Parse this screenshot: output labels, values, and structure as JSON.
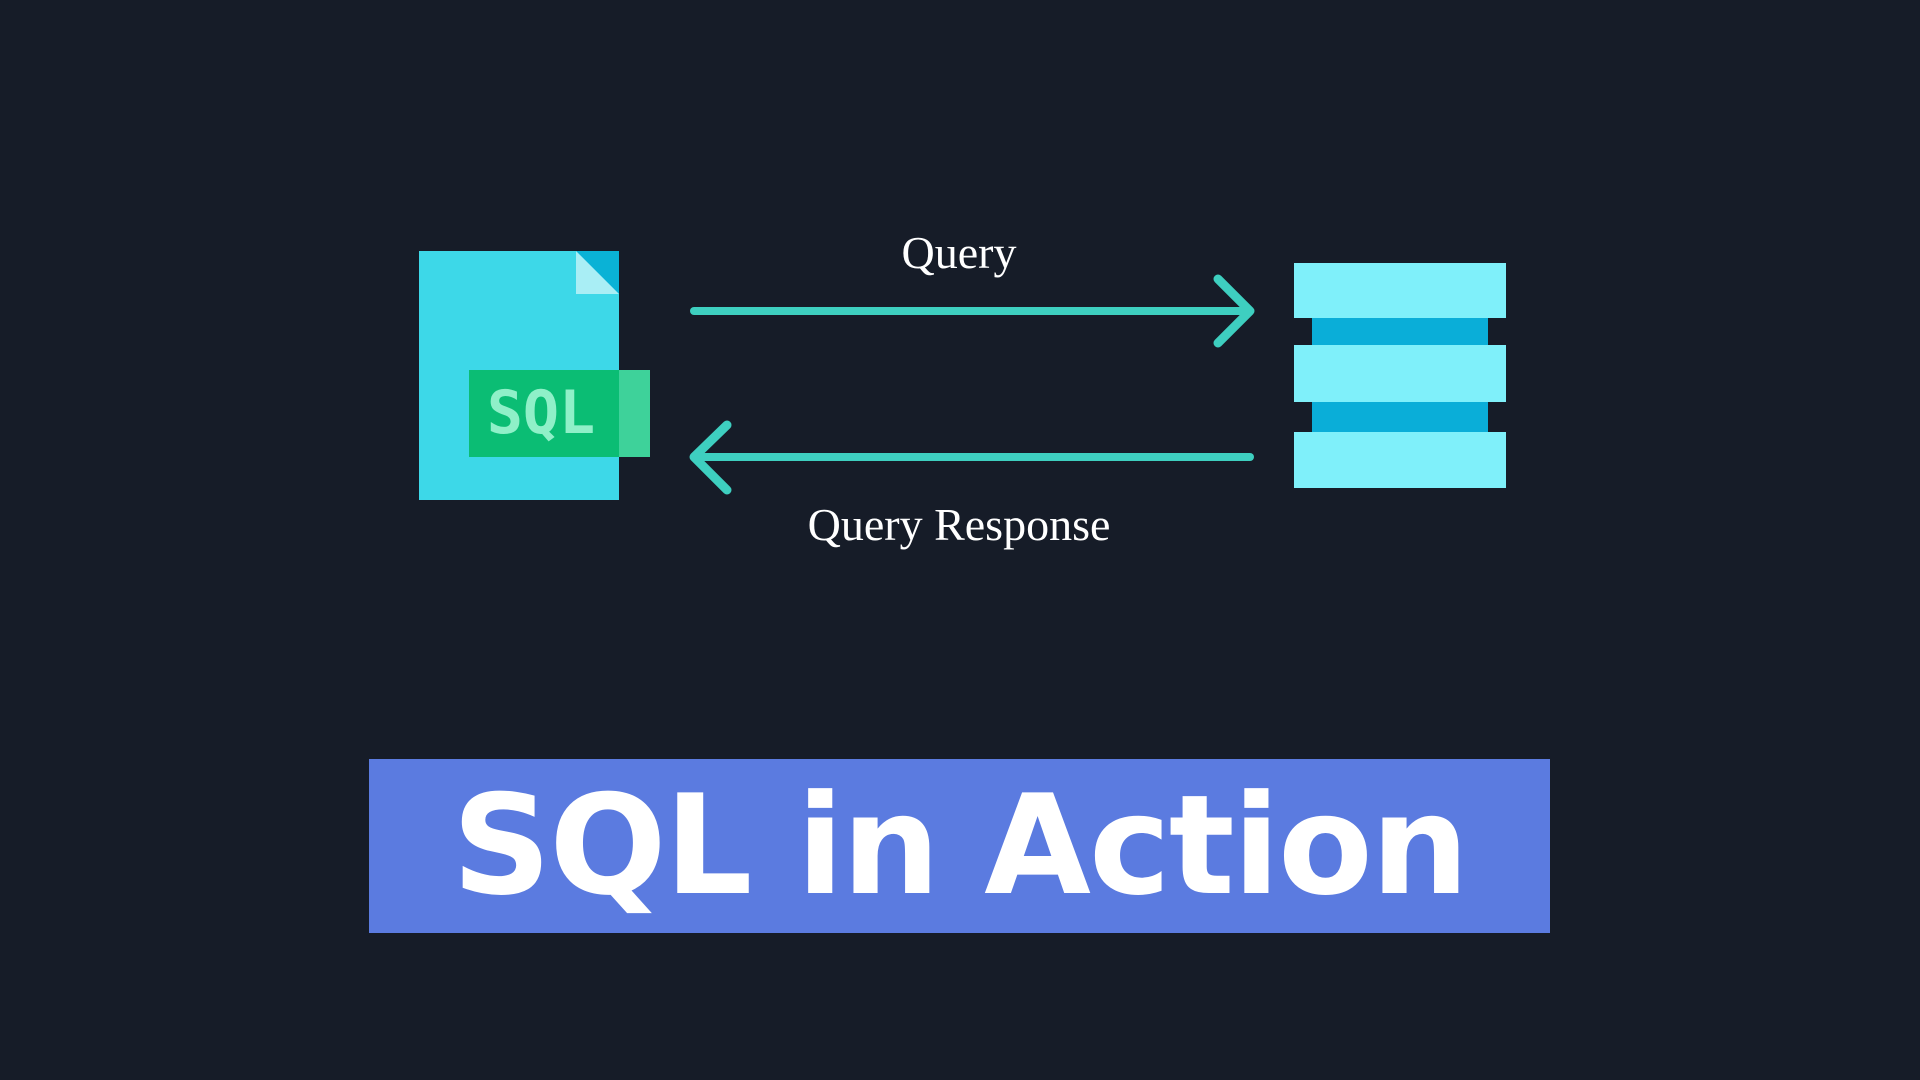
{
  "colors": {
    "background": "#161c28",
    "file_body": "#3dd8e8",
    "file_fold": "#a9eef5",
    "file_fold_shadow": "#0ab2d6",
    "sql_tag": "#0bbd74",
    "sql_tag_side": "#3ed29a",
    "sql_tag_text": "#8ff0c8",
    "arrow": "#3ecfc0",
    "db_light": "#7ff0fa",
    "db_dark": "#0aaed8",
    "banner": "#5b7be0",
    "text": "#ffffff"
  },
  "file_icon": {
    "icon": "sql-file-icon",
    "tag_label": "SQL"
  },
  "database_icon": {
    "icon": "database-server-icon"
  },
  "arrows": {
    "request": {
      "icon": "arrow-right-icon",
      "label": "Query"
    },
    "response": {
      "icon": "arrow-left-icon",
      "label": "Query Response"
    }
  },
  "title": "SQL in Action"
}
